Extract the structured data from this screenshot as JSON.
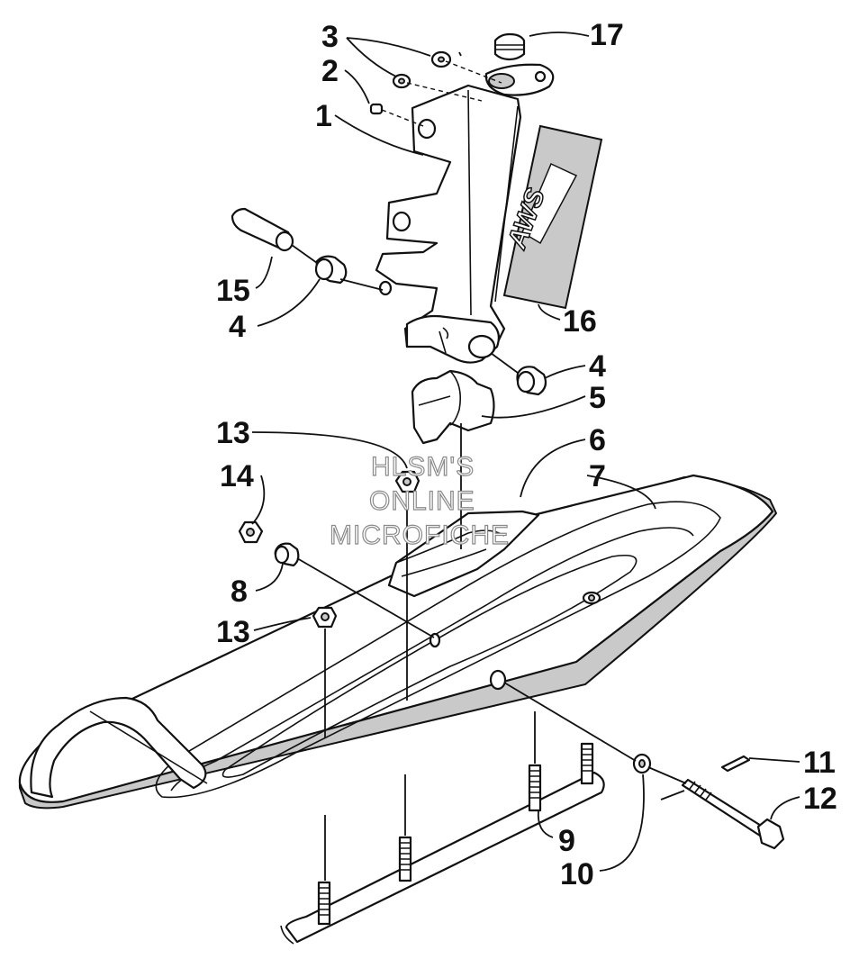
{
  "diagram": {
    "callouts": [
      "1",
      "2",
      "3",
      "4",
      "4",
      "5",
      "6",
      "7",
      "8",
      "9",
      "10",
      "11",
      "12",
      "13",
      "13",
      "14",
      "15",
      "16",
      "17"
    ],
    "logo_text": "AWS",
    "watermark_lines": [
      "HLSM'S",
      "ONLINE",
      "MICROFICHE"
    ]
  }
}
